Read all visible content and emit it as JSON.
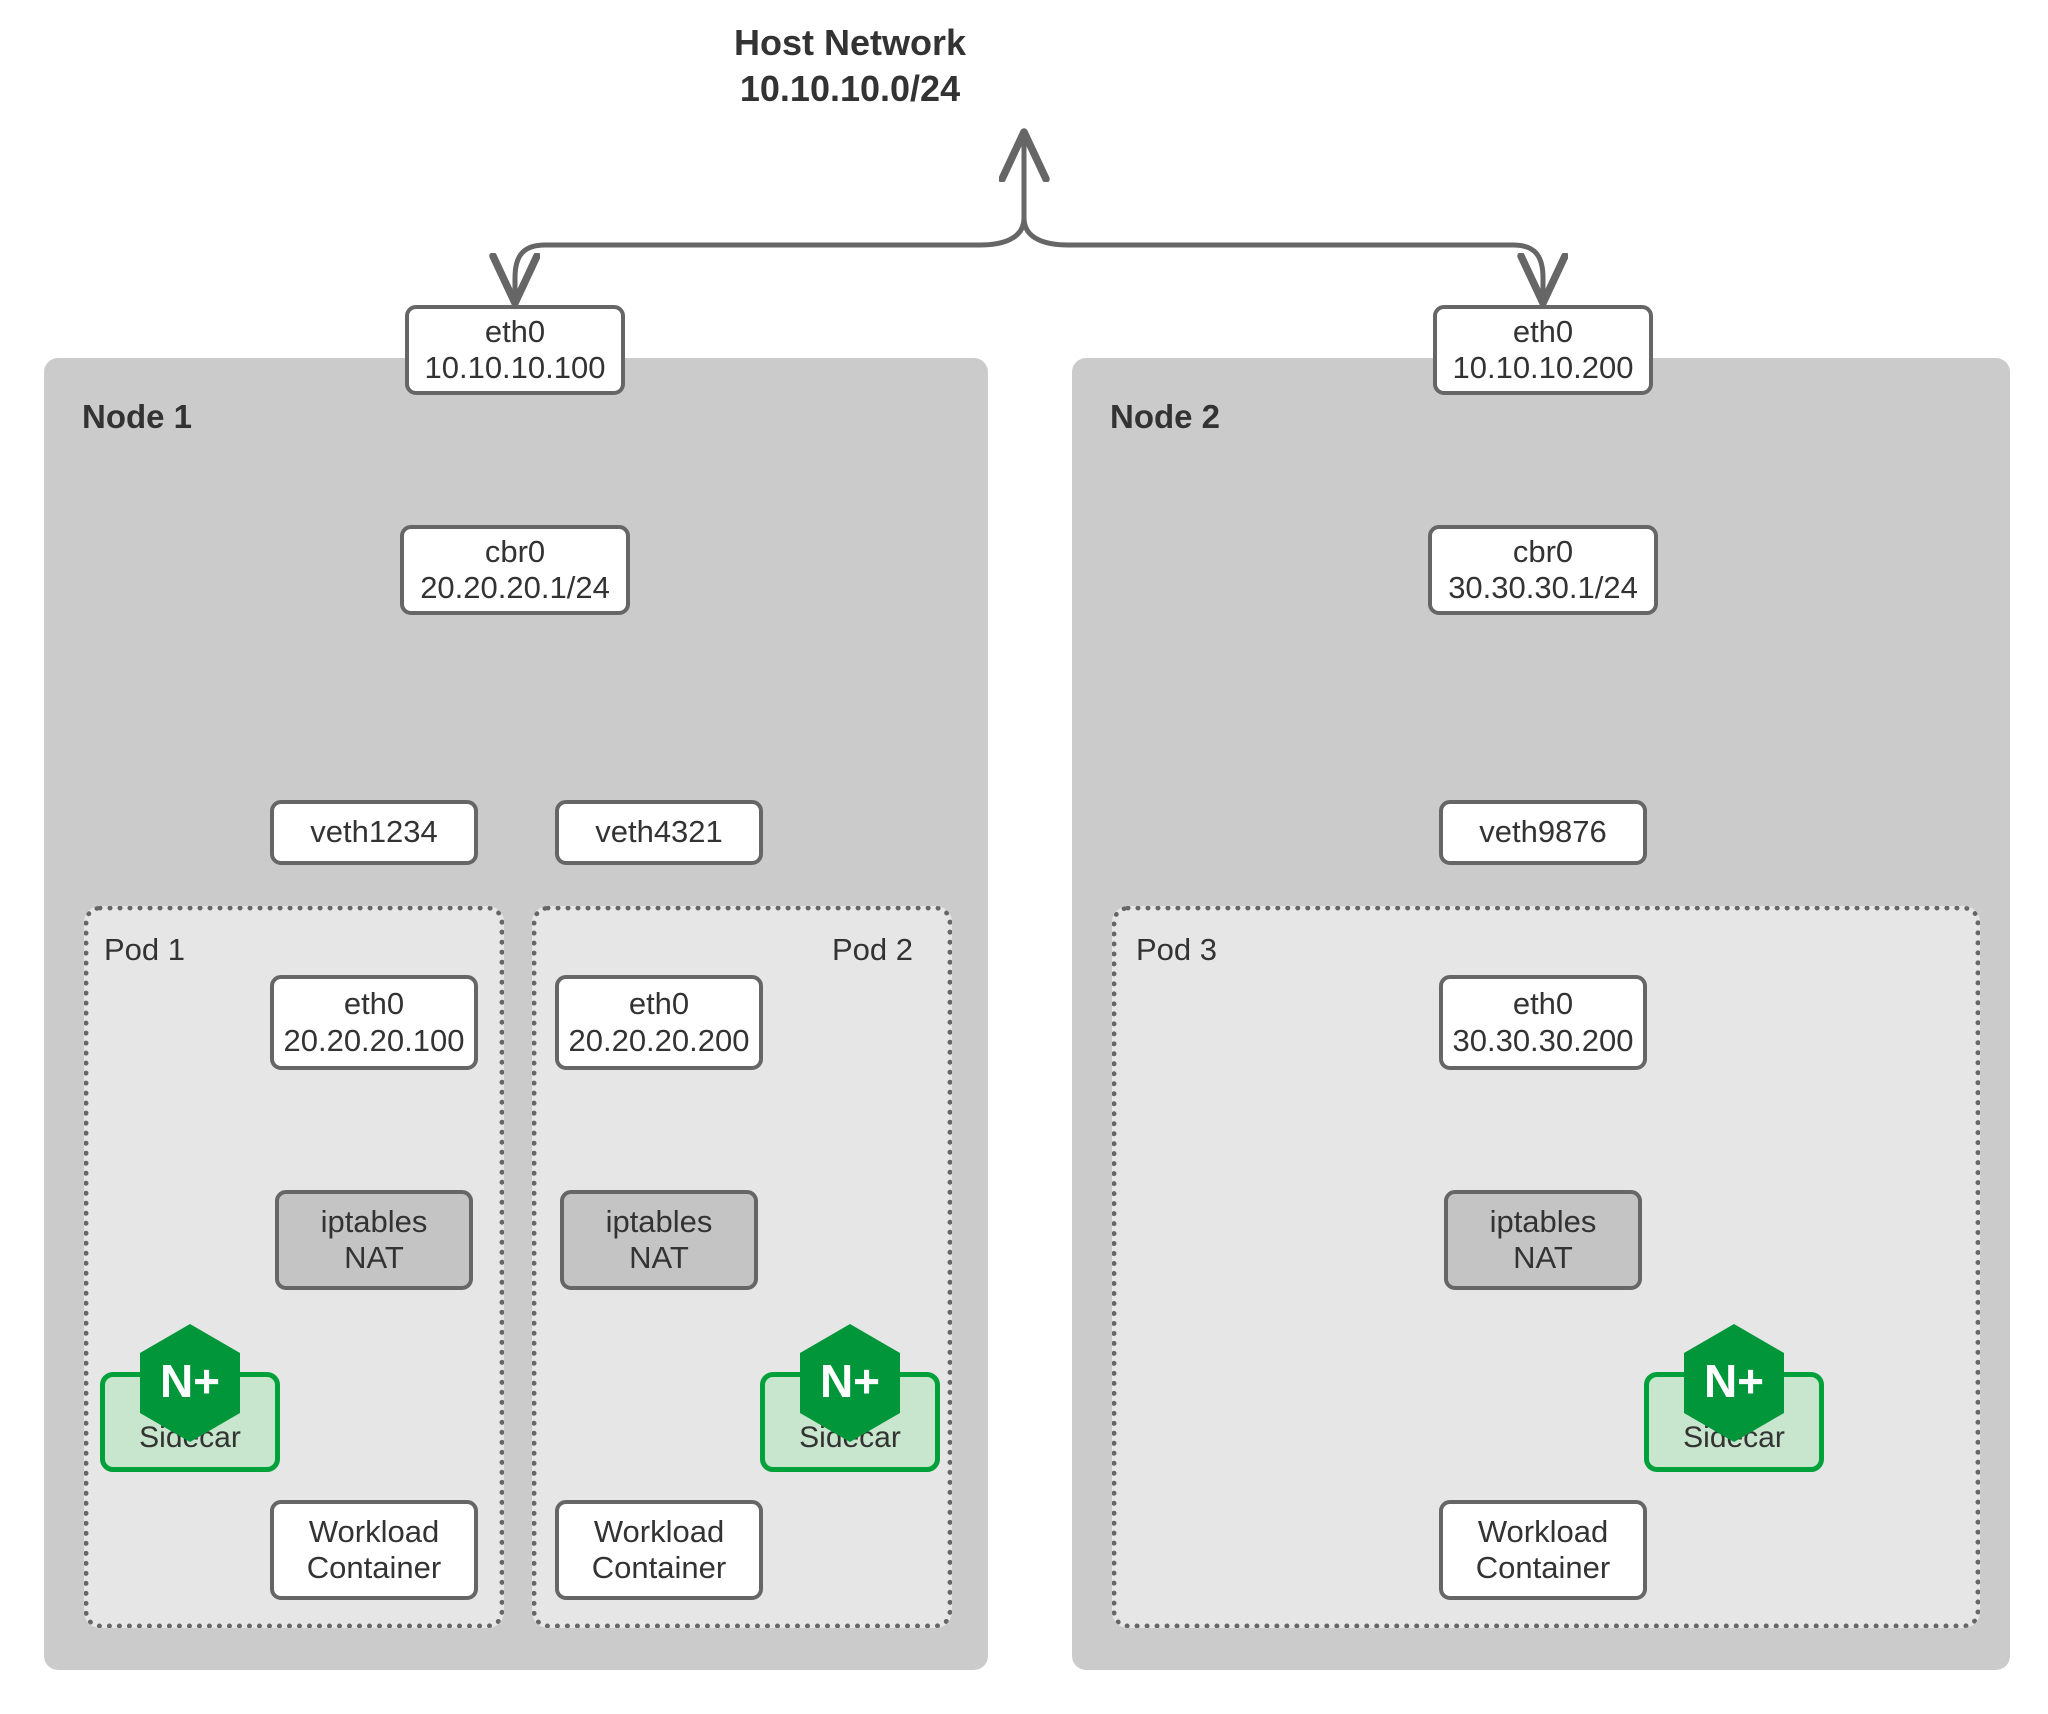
{
  "diagram": {
    "title_line1": "Host Network",
    "title_line2": "10.10.10.0/24"
  },
  "colors": {
    "node_fill": "#cbcbcb",
    "pod_fill": "#e6e6e6",
    "box_border": "#666666",
    "box_fill": "#ffffff",
    "iptables_fill": "#c4c4c4",
    "sidecar_fill": "#c8e6cd",
    "sidecar_border": "#00a13a",
    "nginx_green": "#009639",
    "text": "#333333",
    "connector": "#666666"
  },
  "nodes": [
    {
      "label": "Node 1",
      "host_nic": {
        "line1": "eth0",
        "line2": "10.10.10.100"
      },
      "bridge": {
        "line1": "cbr0",
        "line2": "20.20.20.1/24"
      },
      "veths": [
        {
          "label": "veth1234"
        },
        {
          "label": "veth4321"
        }
      ],
      "pods": [
        {
          "label": "Pod 1",
          "label_align": "left",
          "eth": {
            "line1": "eth0",
            "line2": "20.20.20.100"
          },
          "iptables": {
            "line1": "iptables",
            "line2": "NAT"
          },
          "sidecar": {
            "label": "Sidecar",
            "logo": "nginx-plus-hexagon",
            "logo_text": "N+",
            "side": "left"
          },
          "workload": {
            "line1": "Workload",
            "line2": "Container"
          }
        },
        {
          "label": "Pod 2",
          "label_align": "right",
          "eth": {
            "line1": "eth0",
            "line2": "20.20.20.200"
          },
          "iptables": {
            "line1": "iptables",
            "line2": "NAT"
          },
          "sidecar": {
            "label": "Sidecar",
            "logo": "nginx-plus-hexagon",
            "logo_text": "N+",
            "side": "right"
          },
          "workload": {
            "line1": "Workload",
            "line2": "Container"
          }
        }
      ]
    },
    {
      "label": "Node 2",
      "host_nic": {
        "line1": "eth0",
        "line2": "10.10.10.200"
      },
      "bridge": {
        "line1": "cbr0",
        "line2": "30.30.30.1/24"
      },
      "veths": [
        {
          "label": "veth9876"
        }
      ],
      "pods": [
        {
          "label": "Pod 3",
          "label_align": "left",
          "eth": {
            "line1": "eth0",
            "line2": "30.30.30.200"
          },
          "iptables": {
            "line1": "iptables",
            "line2": "NAT"
          },
          "sidecar": {
            "label": "Sidecar",
            "logo": "nginx-plus-hexagon",
            "logo_text": "N+",
            "side": "right"
          },
          "workload": {
            "line1": "Workload",
            "line2": "Container"
          }
        }
      ]
    }
  ]
}
